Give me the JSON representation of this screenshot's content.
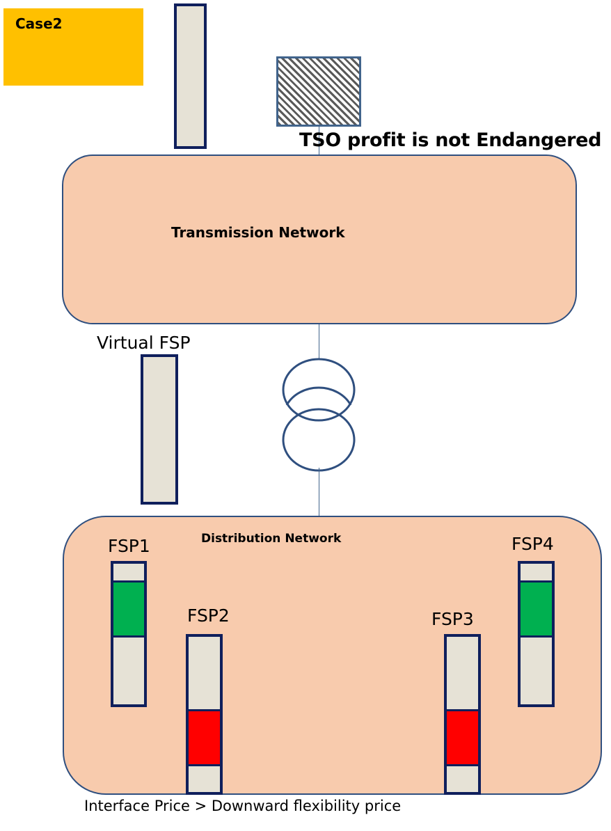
{
  "case": {
    "label": "Case2",
    "color": "#ffc000"
  },
  "tso_note": "TSO profit is not Endangered",
  "transmission_network": {
    "label": "Transmission Network"
  },
  "distribution_network": {
    "label": "Distribution Network"
  },
  "virtual_fsp": {
    "label": "Virtual FSP"
  },
  "fsps": [
    {
      "label": "FSP1",
      "highlight": "green"
    },
    {
      "label": "FSP2",
      "highlight": "red"
    },
    {
      "label": "FSP3",
      "highlight": "red"
    },
    {
      "label": "FSP4",
      "highlight": "green"
    }
  ],
  "footer": "Interface Price > Downward flexibility price",
  "colors": {
    "network_fill": "#f8cbad",
    "bar_fill": "#e6e2d6",
    "bar_border": "#0f1f5c",
    "green": "#00b050",
    "red": "#ff0000",
    "line": "#41648c"
  }
}
